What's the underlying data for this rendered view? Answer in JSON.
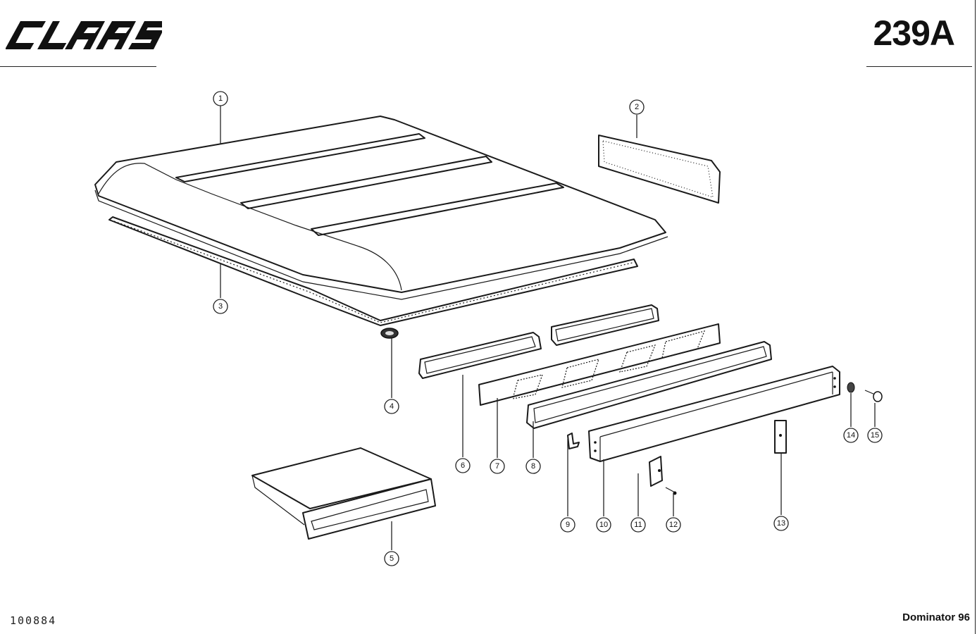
{
  "header": {
    "brand": "CLAAS",
    "page_number": "239A"
  },
  "footer": {
    "doc_id": "100884",
    "model": "Dominator 96"
  },
  "callouts": [
    "1",
    "2",
    "3",
    "4",
    "5",
    "6",
    "7",
    "8",
    "9",
    "10",
    "11",
    "12",
    "13",
    "14",
    "15"
  ]
}
